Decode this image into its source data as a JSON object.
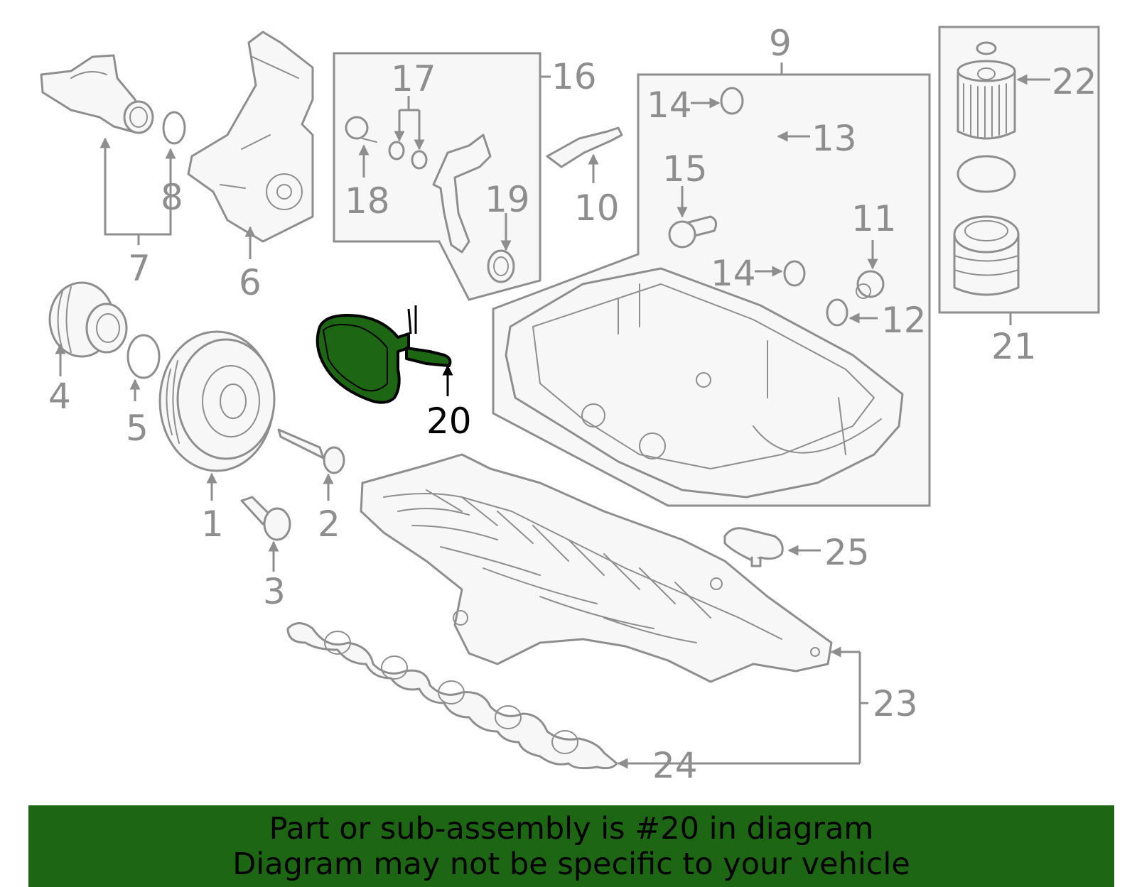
{
  "highlight_color": "#1d6613",
  "line_color": "#8e8e8e",
  "highlighted_part": "20",
  "callouts": {
    "c1": "1",
    "c2": "2",
    "c3": "3",
    "c4": "4",
    "c5": "5",
    "c6": "6",
    "c7": "7",
    "c8": "8",
    "c9": "9",
    "c10": "10",
    "c11": "11",
    "c12": "12",
    "c13": "13",
    "c14a": "14",
    "c14b": "14",
    "c15": "15",
    "c16": "16",
    "c17": "17",
    "c18": "18",
    "c19": "19",
    "c20": "20",
    "c21": "21",
    "c22": "22",
    "c23": "23",
    "c24": "24",
    "c25": "25"
  },
  "banner": {
    "line1": "Part or sub-assembly is #20 in diagram",
    "line2": "Diagram may not be specific to your vehicle"
  }
}
